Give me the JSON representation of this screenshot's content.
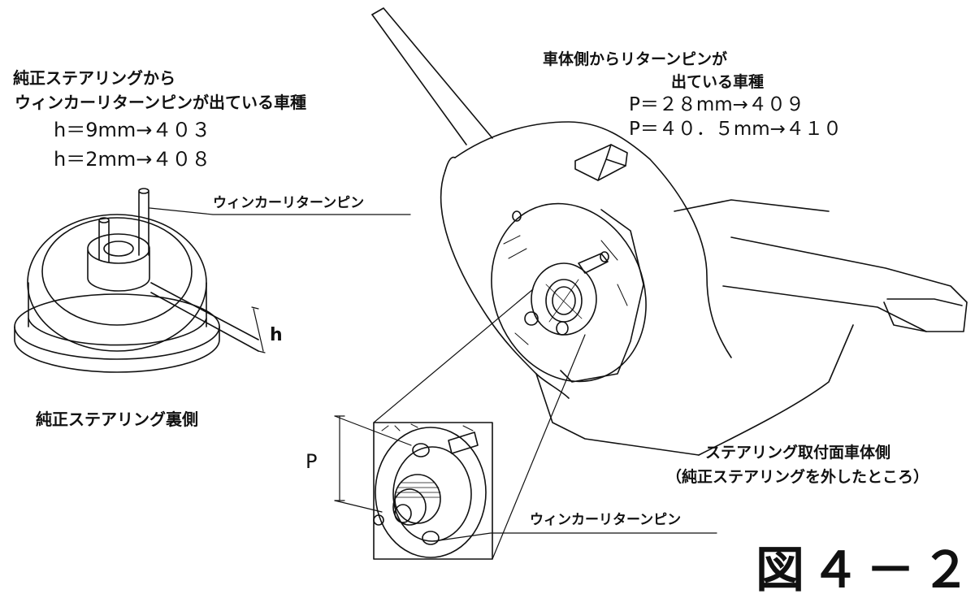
{
  "left_note": {
    "line1": "純正ステアリングから",
    "line2": "ウィンカーリターンピンが出ている車種",
    "spec1": "h＝9mm→４０３",
    "spec2": "h＝2mm→４０８"
  },
  "right_note": {
    "line1": "車体側からリターンピンが",
    "line2": "出ている車種",
    "spec1": "P＝２８mm→４０９",
    "spec2": "P＝４０．５mm→４１０"
  },
  "labels": {
    "pin_label_top": "ウィンカーリターンピン",
    "pin_label_bottom": "ウィンカーリターンピン",
    "dim_h": "h",
    "dim_p": "P",
    "steering_back_caption": "純正ステアリング裏側",
    "mount_caption_1": "ステアリング取付面車体側",
    "mount_caption_2": "（純正ステアリングを外したところ）"
  },
  "figure_number": "図４－２"
}
